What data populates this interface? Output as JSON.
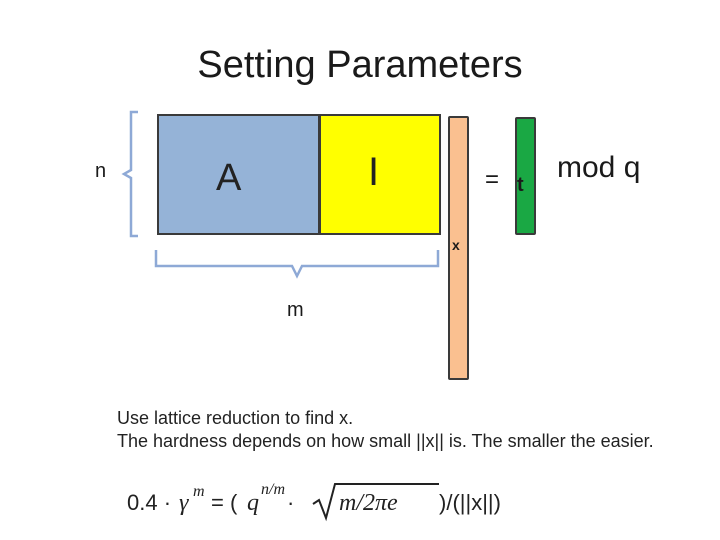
{
  "slide": {
    "title": "Setting Parameters",
    "labels": {
      "n": "n",
      "m": "m",
      "A": "A",
      "I": "I",
      "x": "x",
      "equals": "=",
      "t": "t",
      "mod": "mod q"
    },
    "text_lines": [
      "Use lattice reduction to find x.",
      "The hardness depends on how small ||x|| is.  The smaller the easier."
    ],
    "formula": {
      "coef": "0.4 · ",
      "gamma": "γ",
      "m_sup": "m",
      "equals_open": "= (",
      "q": "q",
      "nm_sup": "n/m",
      "dot": " · ",
      "sqrt_arg": "m/2πe",
      "tail": ")/(||x||)"
    },
    "colors": {
      "A_fill": "#95b3d7",
      "I_fill": "#ffff00",
      "x_fill": "#fac090",
      "t_fill": "#1aa844",
      "bracket": "#8ea9d6"
    }
  }
}
